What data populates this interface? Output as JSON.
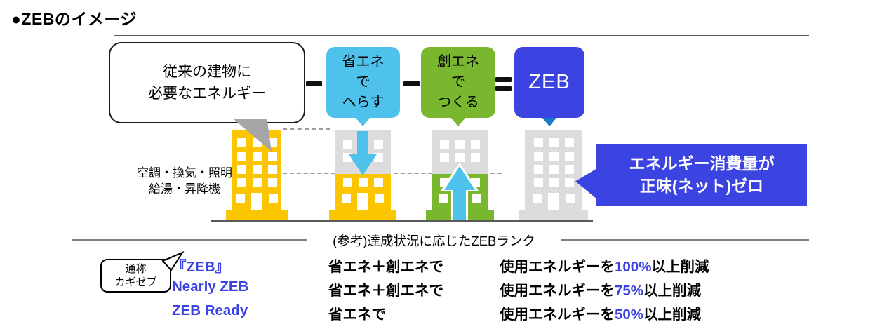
{
  "title": "●ZEBのイメージ",
  "formula": {
    "conventional": {
      "line1": "従来の建物に",
      "line2": "必要なエネルギー"
    },
    "minus": "−",
    "equals": "＝",
    "saving": {
      "line1": "省エネ",
      "line2": "で",
      "line3": "へらす"
    },
    "creating": {
      "line1": "創エネ",
      "line2": "で",
      "line3": "つくる"
    },
    "zeb": "ZEB"
  },
  "buildings_label": {
    "line1": "空調・換気・照明",
    "line2": "給湯・昇降機"
  },
  "callout": {
    "line1": "エネルギー消費量が",
    "line2": "正味(ネット)ゼロ"
  },
  "ranks": {
    "section_title": "(参考)達成状況に応じたZEBランク",
    "nickname": {
      "line1": "通称",
      "line2": "カギゼブ"
    },
    "rows": [
      {
        "name": "『ZEB』",
        "method": "省エネ＋創エネで",
        "prefix": "使用エネルギーを",
        "percent": "100%",
        "suffix": "以上削減"
      },
      {
        "name": "Nearly ZEB",
        "method": "省エネ＋創エネで",
        "prefix": "使用エネルギーを",
        "percent": "75%",
        "suffix": "以上削減"
      },
      {
        "name": "ZEB Ready",
        "method": "省エネで",
        "prefix": "使用エネルギーを",
        "percent": "50%",
        "suffix": "以上削減"
      }
    ]
  },
  "colors": {
    "accent_blue": "#3B43E0",
    "light_blue": "#4FC2EC",
    "green": "#79B72E",
    "yellow": "#FBC500",
    "building_gray": "#DCDCDC",
    "zeb_tail_blue": "#1B79C8"
  }
}
